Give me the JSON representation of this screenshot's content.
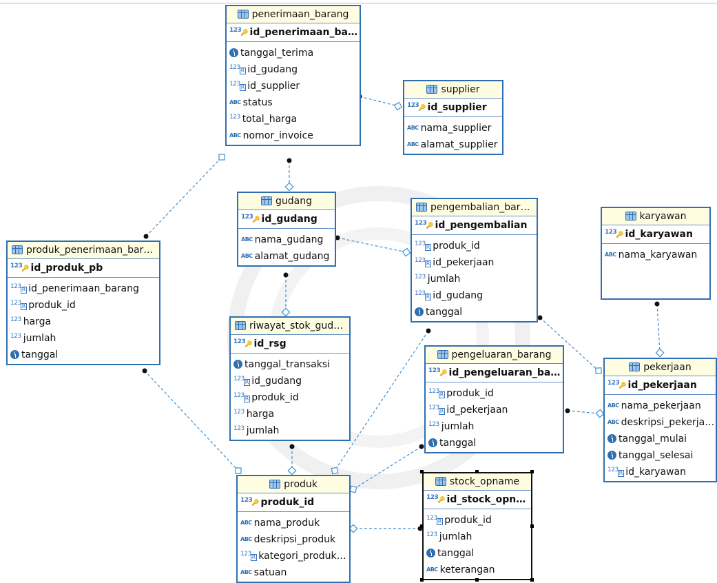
{
  "tables": {
    "penerimaan_barang": {
      "name": "penerimaan_barang",
      "pk": "id_penerimaan_bara...",
      "cols": [
        {
          "name": "tanggal_terima",
          "type": "date"
        },
        {
          "name": "id_gudang",
          "type": "fk"
        },
        {
          "name": "id_supplier",
          "type": "fk"
        },
        {
          "name": "status",
          "type": "text"
        },
        {
          "name": "total_harga",
          "type": "num"
        },
        {
          "name": "nomor_invoice",
          "type": "text"
        }
      ]
    },
    "supplier": {
      "name": "supplier",
      "pk": "id_supplier",
      "cols": [
        {
          "name": "nama_supplier",
          "type": "text"
        },
        {
          "name": "alamat_supplier",
          "type": "text"
        }
      ]
    },
    "gudang": {
      "name": "gudang",
      "pk": "id_gudang",
      "cols": [
        {
          "name": "nama_gudang",
          "type": "text"
        },
        {
          "name": "alamat_gudang",
          "type": "text"
        }
      ]
    },
    "pengembalian_barang": {
      "name": "pengembalian_bara...",
      "pk": "id_pengembalian",
      "cols": [
        {
          "name": "produk_id",
          "type": "fk"
        },
        {
          "name": "id_pekerjaan",
          "type": "fk"
        },
        {
          "name": "jumlah",
          "type": "num"
        },
        {
          "name": "id_gudang",
          "type": "fk"
        },
        {
          "name": "tanggal",
          "type": "date"
        }
      ]
    },
    "karyawan": {
      "name": "karyawan",
      "pk": "id_karyawan",
      "cols": [
        {
          "name": "nama_karyawan",
          "type": "text"
        }
      ]
    },
    "produk_penerimaan_barang": {
      "name": "produk_penerimaan_barang",
      "pk": "id_produk_pb",
      "cols": [
        {
          "name": "id_penerimaan_barang",
          "type": "fk"
        },
        {
          "name": "produk_id",
          "type": "fk"
        },
        {
          "name": "harga",
          "type": "num"
        },
        {
          "name": "jumlah",
          "type": "num"
        },
        {
          "name": "tanggal",
          "type": "date"
        }
      ]
    },
    "riwayat_stok_gudang": {
      "name": "riwayat_stok_gudang",
      "pk": "id_rsg",
      "cols": [
        {
          "name": "tanggal_transaksi",
          "type": "date"
        },
        {
          "name": "id_gudang",
          "type": "fk"
        },
        {
          "name": "produk_id",
          "type": "fk"
        },
        {
          "name": "harga",
          "type": "num"
        },
        {
          "name": "jumlah",
          "type": "num"
        }
      ]
    },
    "pengeluaran_barang": {
      "name": "pengeluaran_barang",
      "pk": "id_pengeluaran_barang",
      "cols": [
        {
          "name": "produk_id",
          "type": "fk"
        },
        {
          "name": "id_pekerjaan",
          "type": "fk"
        },
        {
          "name": "jumlah",
          "type": "num"
        },
        {
          "name": "tanggal",
          "type": "date"
        }
      ]
    },
    "pekerjaan": {
      "name": "pekerjaan",
      "pk": "id_pekerjaan",
      "cols": [
        {
          "name": "nama_pekerjaan",
          "type": "text"
        },
        {
          "name": "deskripsi_pekerjaan",
          "type": "text"
        },
        {
          "name": "tanggal_mulai",
          "type": "date"
        },
        {
          "name": "tanggal_selesai",
          "type": "date"
        },
        {
          "name": "id_karyawan",
          "type": "fk"
        }
      ]
    },
    "produk": {
      "name": "produk",
      "pk": "produk_id",
      "cols": [
        {
          "name": "nama_produk",
          "type": "text"
        },
        {
          "name": "deskripsi_produk",
          "type": "text"
        },
        {
          "name": "kategori_produk_id",
          "type": "fk"
        },
        {
          "name": "satuan",
          "type": "text"
        }
      ]
    },
    "stock_opname": {
      "name": "stock_opname",
      "pk": "id_stock_opname",
      "cols": [
        {
          "name": "produk_id",
          "type": "fk"
        },
        {
          "name": "jumlah",
          "type": "num"
        },
        {
          "name": "tanggal",
          "type": "date"
        },
        {
          "name": "keterangan",
          "type": "text"
        }
      ]
    }
  },
  "relationships": [
    {
      "from": "penerimaan_barang",
      "to": "supplier"
    },
    {
      "from": "penerimaan_barang",
      "to": "gudang"
    },
    {
      "from": "produk_penerimaan_barang",
      "to": "penerimaan_barang"
    },
    {
      "from": "produk_penerimaan_barang",
      "to": "produk"
    },
    {
      "from": "riwayat_stok_gudang",
      "to": "gudang"
    },
    {
      "from": "riwayat_stok_gudang",
      "to": "produk"
    },
    {
      "from": "pengembalian_barang",
      "to": "gudang"
    },
    {
      "from": "pengembalian_barang",
      "to": "pekerjaan"
    },
    {
      "from": "pengembalian_barang",
      "to": "produk"
    },
    {
      "from": "pengeluaran_barang",
      "to": "produk"
    },
    {
      "from": "pengeluaran_barang",
      "to": "pekerjaan"
    },
    {
      "from": "pekerjaan",
      "to": "karyawan"
    },
    {
      "from": "stock_opname",
      "to": "produk"
    }
  ],
  "colors": {
    "border": "#2f6fb0",
    "header_bg": "#fffde1",
    "link": "#3b8fd3"
  }
}
